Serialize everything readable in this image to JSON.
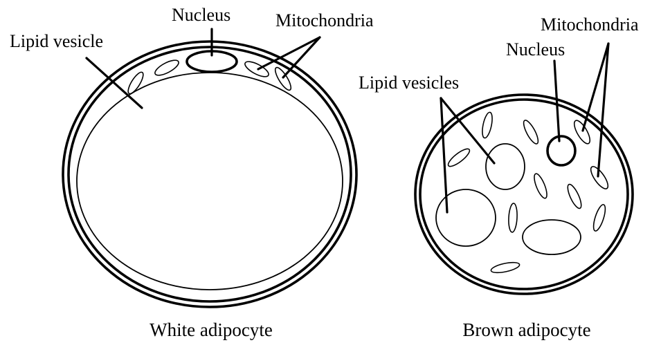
{
  "white_adipocyte": {
    "caption": "White adipocyte",
    "labels": {
      "lipid_vesicle": "Lipid vesicle",
      "nucleus": "Nucleus",
      "mitochondria": "Mitochondria"
    }
  },
  "brown_adipocyte": {
    "caption": "Brown adipocyte",
    "labels": {
      "lipid_vesicles": "Lipid vesicles",
      "nucleus": "Nucleus",
      "mitochondria": "Mitochondria"
    }
  },
  "colors": {
    "ink": "#000000",
    "background": "#ffffff"
  }
}
